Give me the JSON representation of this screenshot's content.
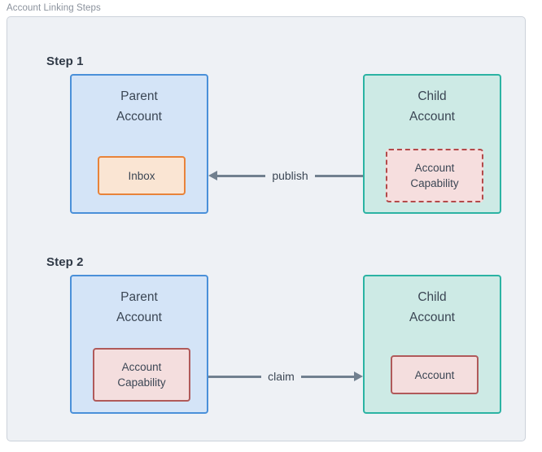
{
  "figure": {
    "title": "Account Linking Steps",
    "background_color": "#eef1f5",
    "border_color": "#ccd2da"
  },
  "colors": {
    "parent_fill": "#d4e4f7",
    "parent_border": "#4a90d9",
    "child_fill": "#cdeae5",
    "child_border": "#2bb3a3",
    "inbox_fill": "#fae5d3",
    "inbox_border": "#e8833a",
    "capability_fill": "#f6dede",
    "capability_border": "#b34a4a",
    "account_fill": "#f4dede",
    "account_border": "#b05a5a",
    "connector": "#71808f",
    "text": "#3b4654",
    "step_label": "#303a47"
  },
  "steps": [
    {
      "label": "Step 1",
      "parent": {
        "title": "Parent\nAccount",
        "inner": {
          "label": "Inbox",
          "style": "solid-orange"
        }
      },
      "child": {
        "title": "Child\nAccount",
        "inner": {
          "label": "Account\nCapability",
          "style": "dashed-red"
        }
      },
      "connector": {
        "label": "publish",
        "direction": "left",
        "from": "child",
        "to": "parent"
      }
    },
    {
      "label": "Step 2",
      "parent": {
        "title": "Parent\nAccount",
        "inner": {
          "label": "Account\nCapability",
          "style": "solid-red"
        }
      },
      "child": {
        "title": "Child\nAccount",
        "inner": {
          "label": "Account",
          "style": "solid-red"
        }
      },
      "connector": {
        "label": "claim",
        "direction": "right",
        "from": "parent",
        "to": "child"
      }
    }
  ]
}
